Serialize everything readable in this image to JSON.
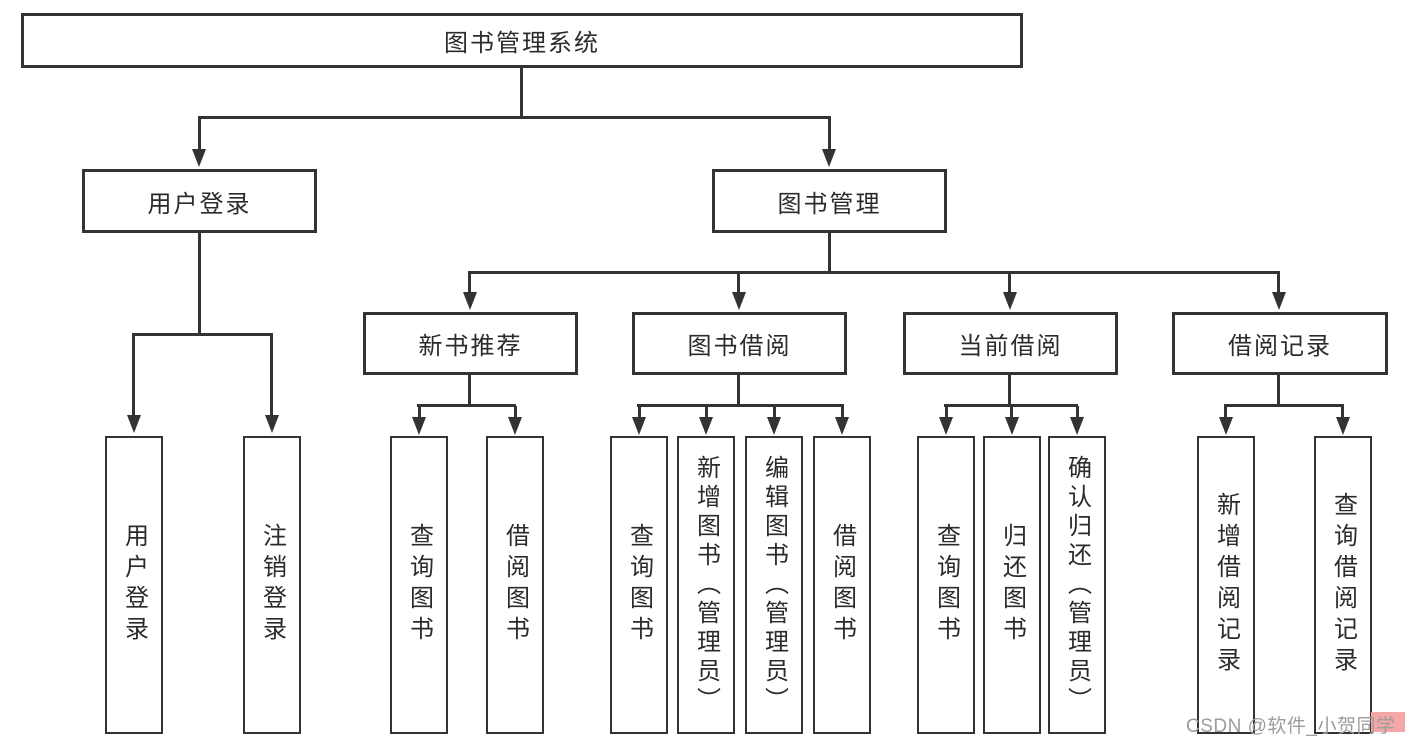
{
  "diagram": {
    "root": {
      "label": "图书管理系统"
    },
    "level2": [
      {
        "label": "用户登录"
      },
      {
        "label": "图书管理"
      }
    ],
    "level3": [
      {
        "label": "新书推荐"
      },
      {
        "label": "图书借阅"
      },
      {
        "label": "当前借阅"
      },
      {
        "label": "借阅记录"
      }
    ],
    "leaves": [
      {
        "label": "用户登录"
      },
      {
        "label": "注销登录"
      },
      {
        "label": "查询图书"
      },
      {
        "label": "借阅图书"
      },
      {
        "label": "查询图书"
      },
      {
        "label": "新增图书（管理员）"
      },
      {
        "label": "编辑图书（管理员）"
      },
      {
        "label": "借阅图书"
      },
      {
        "label": "查询图书"
      },
      {
        "label": "归还图书"
      },
      {
        "label": "确认归还（管理员）"
      },
      {
        "label": "新增借阅记录"
      },
      {
        "label": "查询借阅记录"
      }
    ]
  },
  "watermark": {
    "text": "CSDN @软件_小贺同学"
  },
  "colors": {
    "line": "#333333",
    "text": "#2b2b2b",
    "bg": "#ffffff",
    "wmText": "#9c9c9c",
    "wmAccent": "#f4a7a6"
  }
}
